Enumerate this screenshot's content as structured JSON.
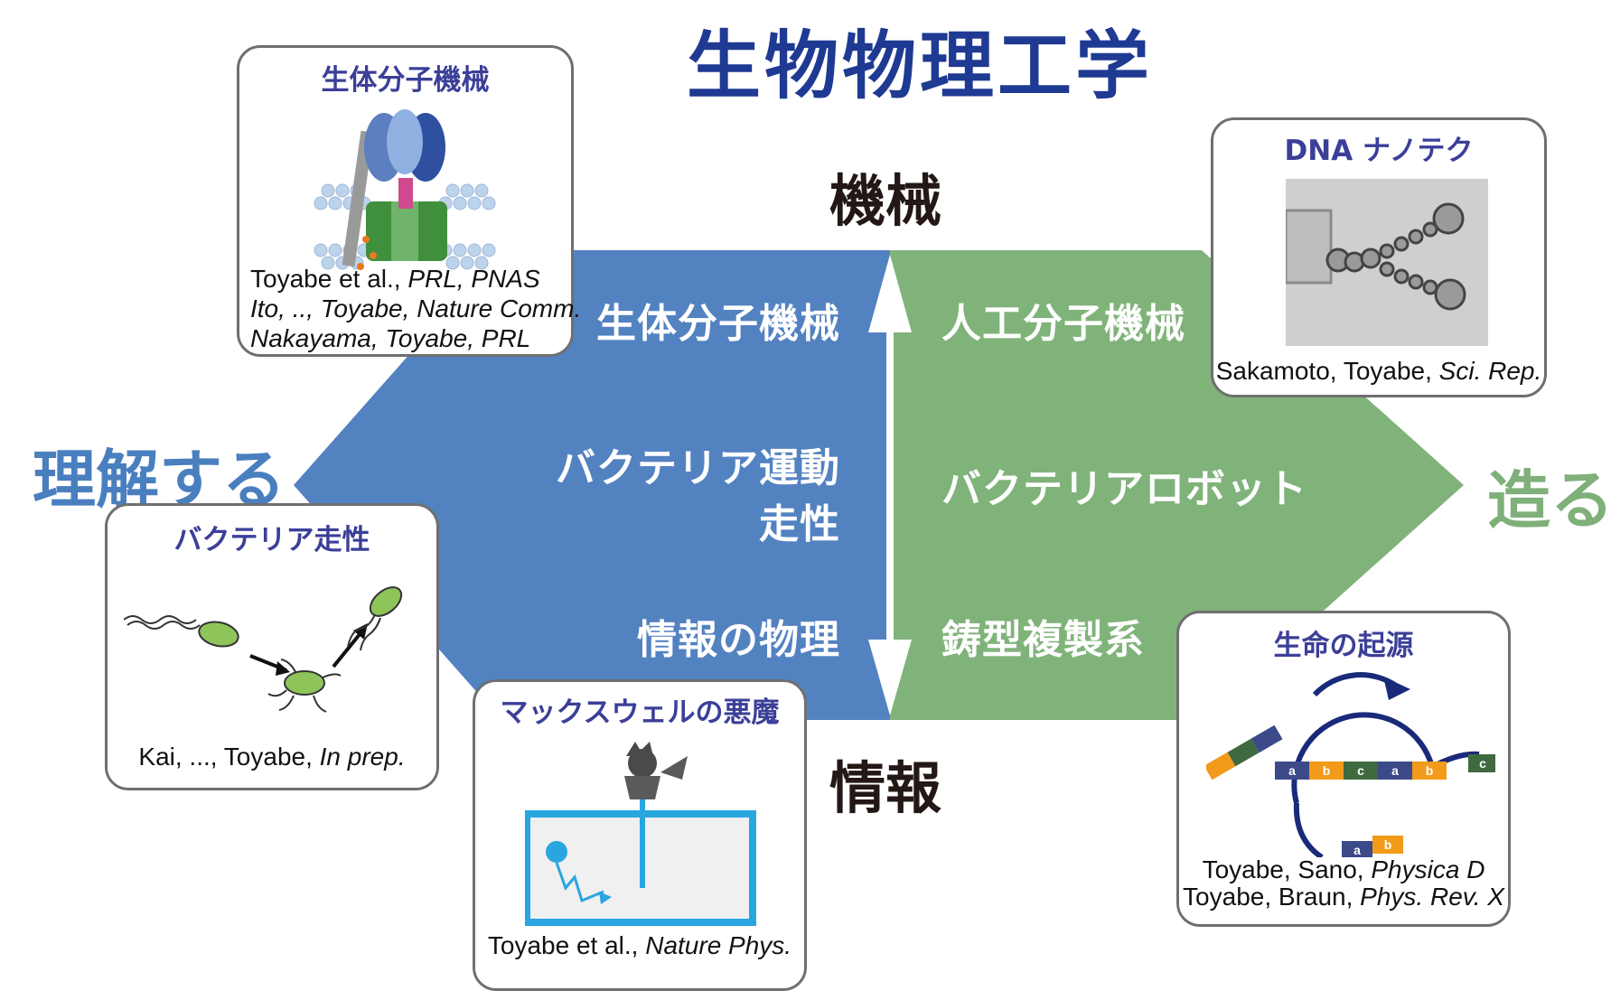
{
  "title": "生物物理工学",
  "axes": {
    "top": "機械",
    "bottom": "情報",
    "left": "理解する",
    "right": "造る"
  },
  "colors": {
    "title": "#1f3a93",
    "left_region": "#5382c1",
    "right_region": "#80b37a",
    "left_label": "#4a7fbf",
    "right_label": "#7fb07a",
    "card_title": "#3b3f98"
  },
  "left_items": [
    "生体分子機械",
    "バクテリア運動",
    "走性",
    "情報の物理"
  ],
  "right_items": [
    "人工分子機械",
    "バクテリアロボット",
    "鋳型複製系"
  ],
  "cards": {
    "biomolecular": {
      "title": "生体分子機械",
      "refs": [
        {
          "plain": "Toyabe et al., ",
          "italic": "PRL, PNAS"
        },
        {
          "plain": "",
          "italic": "Ito, .., Toyabe, Nature Comm."
        },
        {
          "plain": "",
          "italic": "Nakayama, Toyabe, PRL"
        }
      ]
    },
    "dna": {
      "title": "DNA ナノテク",
      "ref_plain": "Sakamoto, Toyabe, ",
      "ref_italic": "Sci. Rep."
    },
    "chemotaxis": {
      "title": "バクテリア走性",
      "ref_plain": "Kai, ..., Toyabe, ",
      "ref_italic": "In prep."
    },
    "maxwell": {
      "title": "マックスウェルの悪魔",
      "ref_plain": "Toyabe et al., ",
      "ref_italic": "Nature Phys."
    },
    "origin": {
      "title": "生命の起源",
      "refs": [
        {
          "plain": "Toyabe, Sano, ",
          "italic": "Physica D"
        },
        {
          "plain": "Toyabe, Braun, ",
          "italic": "Phys. Rev. X"
        }
      ],
      "tiles": [
        "a",
        "b",
        "c"
      ]
    }
  }
}
